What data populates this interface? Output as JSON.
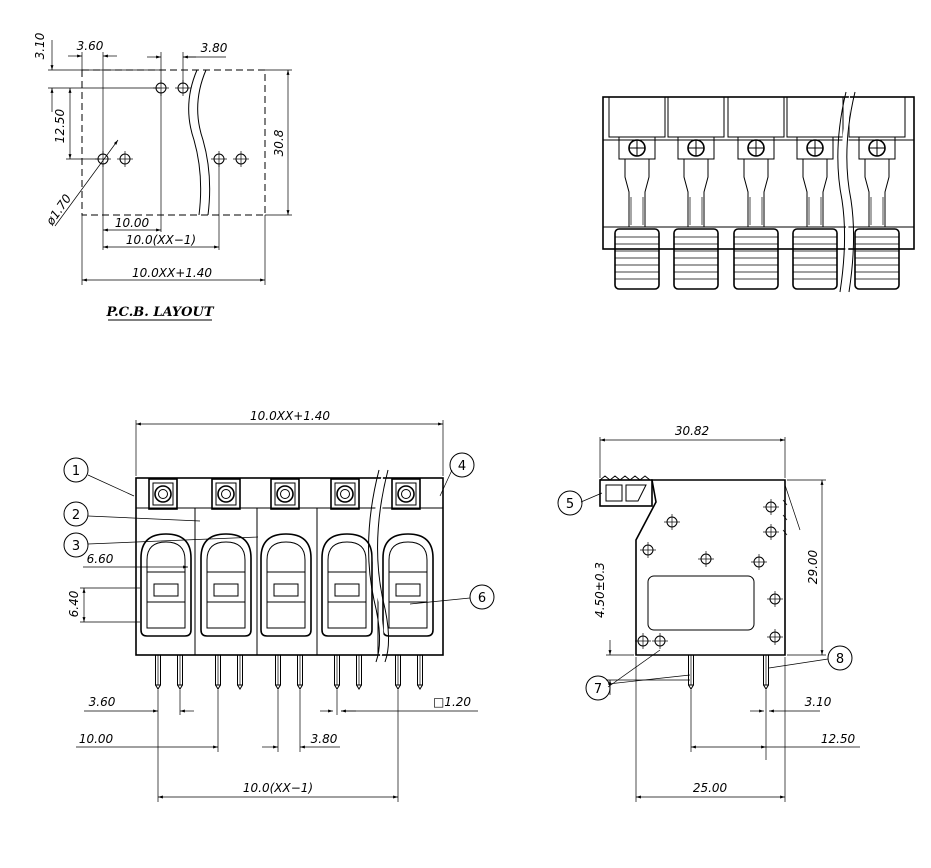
{
  "pcb_layout": {
    "title": "P.C.B. LAYOUT",
    "dims": {
      "d310": "3.10",
      "d360": "3.60",
      "d380": "3.80",
      "d1250": "12.50",
      "d308": "30.8",
      "dhole": "ø1.70",
      "d1000": "10.00",
      "dxxm1": "10.0(XX−1)",
      "dtotal": "10.0XX+1.40"
    }
  },
  "front_view": {
    "dims": {
      "dtotal": "10.0XX+1.40",
      "d660": "6.60",
      "d640": "6.40",
      "d360": "3.60",
      "d1000": "10.00",
      "d380": "3.80",
      "dpin": "□1.20",
      "dxxm1": "10.0(XX−1)"
    },
    "callouts": [
      "1",
      "2",
      "3",
      "4",
      "6"
    ]
  },
  "side_view": {
    "dims": {
      "d3082": "30.82",
      "d2900": "29.00",
      "d450": "4.50±0.3",
      "d310": "3.10",
      "d1250": "12.50",
      "d2500": "25.00"
    },
    "callouts": [
      "5",
      "7",
      "8"
    ]
  }
}
